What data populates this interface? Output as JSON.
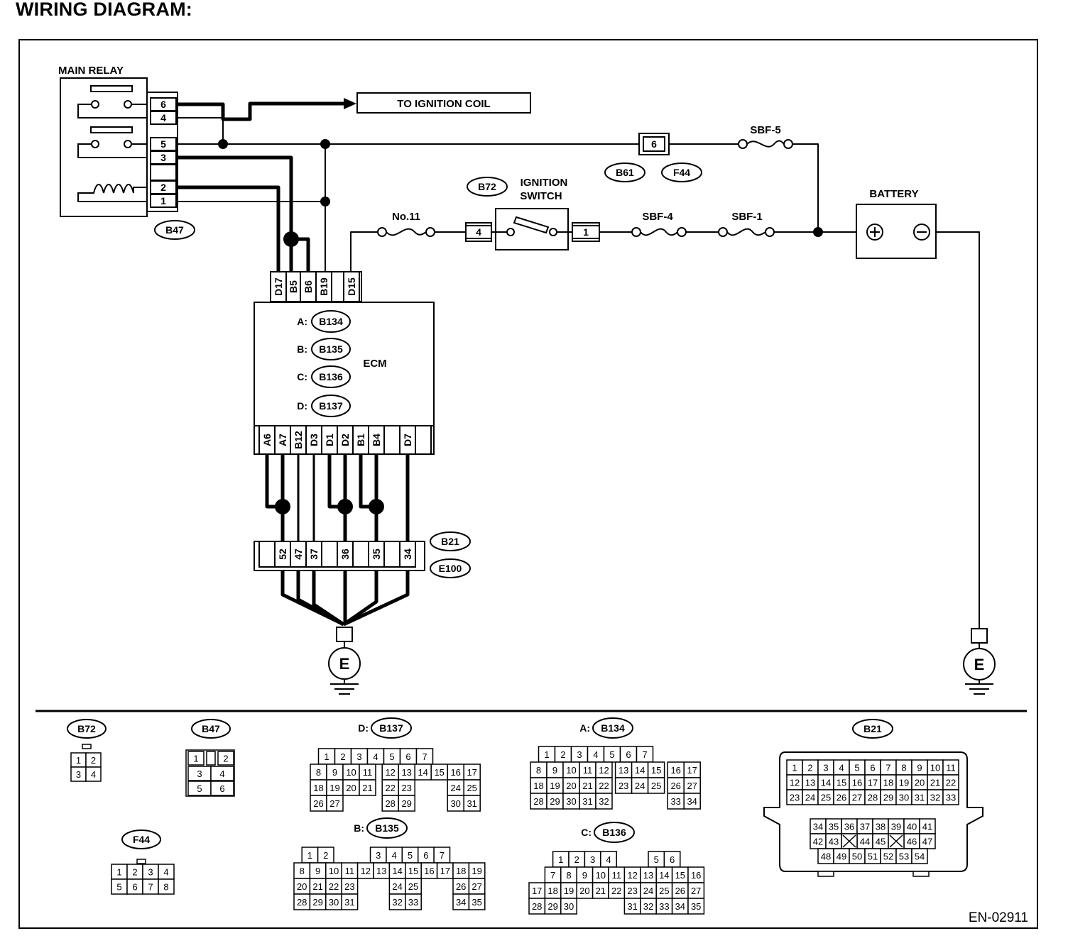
{
  "title": "WIRING DIAGRAM:",
  "diagram_code": "EN-02911",
  "labels": {
    "main_relay": "MAIN RELAY",
    "to_ignition_coil": "TO IGNITION COIL",
    "ignition_switch_line1": "IGNITION",
    "ignition_switch_line2": "SWITCH",
    "battery": "BATTERY",
    "ecm": "ECM",
    "fuse_no11": "No.11",
    "sbf5": "SBF-5",
    "sbf4": "SBF-4",
    "sbf1": "SBF-1",
    "ground": "E",
    "plus": "+",
    "minus": "−"
  },
  "connectors": {
    "b47": "B47",
    "b61": "B61",
    "f44": "F44",
    "b72": "B72",
    "b21": "B21",
    "e100": "E100",
    "b134": "B134",
    "b135": "B135",
    "b136": "B136",
    "b137": "B137"
  },
  "relay_pins": [
    "6",
    "4",
    "5",
    "3",
    "2",
    "1"
  ],
  "ecm_rows": [
    {
      "prefix": "A:",
      "code": "B134"
    },
    {
      "prefix": "B:",
      "code": "B135"
    },
    {
      "prefix": "C:",
      "code": "B136"
    },
    {
      "prefix": "D:",
      "code": "B137"
    }
  ],
  "ecm_top_pins": [
    "D17",
    "B5",
    "B6",
    "B19",
    "D15"
  ],
  "ecm_bottom_pins": [
    "A6",
    "A7",
    "B12",
    "D3",
    "D1",
    "D2",
    "B1",
    "B4",
    "D7"
  ],
  "b21_pins_used": [
    "52",
    "47",
    "37",
    "36",
    "35",
    "34"
  ],
  "switch_pins": [
    "4",
    "1"
  ],
  "b61_pin": "6",
  "legend_prefixes": {
    "b137": "D:",
    "b134": "A:",
    "b135": "B:",
    "b136": "C:"
  },
  "legend": {
    "b72_rows": [
      [
        "1",
        "2"
      ],
      [
        "3",
        "4"
      ]
    ],
    "b47_rows": [
      [
        "1",
        "",
        "2"
      ],
      [
        "3",
        "4"
      ],
      [
        "5",
        "6"
      ]
    ],
    "f44_rows": [
      [
        "1",
        "2",
        "3",
        "4"
      ],
      [
        "5",
        "6",
        "7",
        "8"
      ]
    ],
    "b137_rows": [
      [
        "1",
        "2",
        "3",
        "4",
        "5",
        "6",
        "7"
      ],
      [
        "8",
        "9",
        "10",
        "11",
        "12",
        "13",
        "14",
        "15",
        "16",
        "17"
      ],
      [
        "18",
        "19",
        "20",
        "21",
        "22",
        "23",
        "24",
        "25"
      ],
      [
        "26",
        "27",
        "28",
        "29",
        "30",
        "31"
      ]
    ],
    "b134_rows": [
      [
        "1",
        "2",
        "3",
        "4",
        "5",
        "6",
        "7"
      ],
      [
        "8",
        "9",
        "10",
        "11",
        "12",
        "13",
        "14",
        "15",
        "16",
        "17"
      ],
      [
        "18",
        "19",
        "20",
        "21",
        "22",
        "23",
        "24",
        "25",
        "26",
        "27"
      ],
      [
        "28",
        "29",
        "30",
        "31",
        "32",
        "33",
        "34"
      ]
    ],
    "b135_rows": [
      [
        "1",
        "2",
        "3",
        "4",
        "5",
        "6",
        "7"
      ],
      [
        "8",
        "9",
        "10",
        "11",
        "12",
        "13",
        "14",
        "15",
        "16",
        "17",
        "18",
        "19"
      ],
      [
        "20",
        "21",
        "22",
        "23",
        "24",
        "25",
        "26",
        "27"
      ],
      [
        "28",
        "29",
        "30",
        "31",
        "32",
        "33",
        "34",
        "35"
      ]
    ],
    "b136_rows": [
      [
        "1",
        "2",
        "3",
        "4",
        "5",
        "6"
      ],
      [
        "7",
        "8",
        "9",
        "10",
        "11",
        "12",
        "13",
        "14",
        "15",
        "16"
      ],
      [
        "17",
        "18",
        "19",
        "20",
        "21",
        "22",
        "23",
        "24",
        "25",
        "26",
        "27"
      ],
      [
        "28",
        "29",
        "30",
        "31",
        "32",
        "33",
        "34",
        "35"
      ]
    ],
    "b21_rows": [
      [
        "1",
        "2",
        "3",
        "4",
        "5",
        "6",
        "7",
        "8",
        "9",
        "10",
        "11"
      ],
      [
        "12",
        "13",
        "14",
        "15",
        "16",
        "17",
        "18",
        "19",
        "20",
        "21",
        "22"
      ],
      [
        "23",
        "24",
        "25",
        "26",
        "27",
        "28",
        "29",
        "30",
        "31",
        "32",
        "33"
      ],
      [
        "34",
        "35",
        "36",
        "37",
        "38",
        "39",
        "40",
        "41"
      ],
      [
        "42",
        "43",
        "44",
        "45",
        "46",
        "47"
      ],
      [
        "48",
        "49",
        "50",
        "51",
        "52",
        "53",
        "54"
      ]
    ]
  }
}
